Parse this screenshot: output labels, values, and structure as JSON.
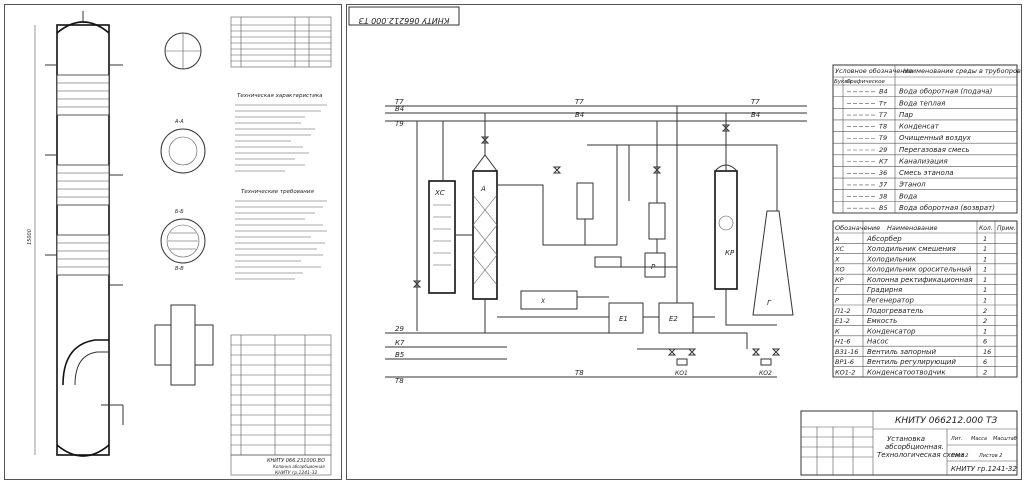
{
  "left_sheet": {
    "title_stamp": "КНИТУ 066.231000.ВО",
    "stamp_subtitle": "Колонна абсорбционная",
    "stamp_code": "КНИТУ гр.1241-32",
    "tech_char_title": "Техническая характеристика",
    "tech_req_title": "Технические требования",
    "section_titles": [
      "А-А",
      "Б-Б",
      "В-В"
    ]
  },
  "right_sheet": {
    "top_code": "КНИТУ 066212.000 ТЗ",
    "legend_pipes": {
      "headers": [
        "Условное обозначение",
        "Наименование среды в трубопроводе"
      ],
      "subheaders": [
        "Буква",
        "Графическое"
      ],
      "rows": [
        {
          "code": "В4",
          "name": "Вода оборотная (подача)"
        },
        {
          "code": "Тт",
          "name": "Вода теплая"
        },
        {
          "code": "Т7",
          "name": "Пар"
        },
        {
          "code": "Т8",
          "name": "Конденсат"
        },
        {
          "code": "Т9",
          "name": "Очищенный воздух"
        },
        {
          "code": "29",
          "name": "Перегазовая смесь"
        },
        {
          "code": "К7",
          "name": "Канализация"
        },
        {
          "code": "36",
          "name": "Смесь этанола"
        },
        {
          "code": "37",
          "name": "Этанол"
        },
        {
          "code": "38",
          "name": "Вода"
        },
        {
          "code": "В5",
          "name": "Вода оборотная (возврат)"
        }
      ]
    },
    "legend_equipment": {
      "headers": [
        "Обозначение",
        "Наименование",
        "Кол.",
        "Прим."
      ],
      "rows": [
        {
          "code": "А",
          "name": "Абсорбер",
          "qty": "1"
        },
        {
          "code": "ХС",
          "name": "Холодильник смешения",
          "qty": "1"
        },
        {
          "code": "Х",
          "name": "Холодильник",
          "qty": "1"
        },
        {
          "code": "ХО",
          "name": "Холодильник оросительный",
          "qty": "1"
        },
        {
          "code": "КР",
          "name": "Колонна ректификационная",
          "qty": "1"
        },
        {
          "code": "Г",
          "name": "Градирня",
          "qty": "1"
        },
        {
          "code": "Р",
          "name": "Регенератор",
          "qty": "1"
        },
        {
          "code": "П1-2",
          "name": "Подогреватель",
          "qty": "2"
        },
        {
          "code": "Е1-2",
          "name": "Емкость",
          "qty": "2"
        },
        {
          "code": "К",
          "name": "Конденсатор",
          "qty": "1"
        },
        {
          "code": "Н1-6",
          "name": "Насос",
          "qty": "6"
        },
        {
          "code": "ВЗ1-16",
          "name": "Вентиль запорный",
          "qty": "16"
        },
        {
          "code": "ВР1-6",
          "name": "Вентиль регулирующий",
          "qty": "6"
        },
        {
          "code": "КО1-2",
          "name": "Конденсатоотводчик",
          "qty": "2"
        }
      ]
    },
    "stamp": {
      "code": "КНИТУ 066212.000 ТЗ",
      "title_lines": [
        "Установка",
        "абсорбционная.",
        "Технологическая схема"
      ],
      "group": "КНИТУ гр.1241-32",
      "cols": [
        "Лит.",
        "Масса",
        "Масштаб"
      ],
      "sheet": "Лист 2",
      "sheets": "Листов 2"
    },
    "stream_labels": {
      "T7": "Т7",
      "B4": "В4",
      "T9": "Т9",
      "n29": "29",
      "K7": "К7",
      "B5": "В5",
      "T8": "Т8",
      "A": "А",
      "XC": "ХС",
      "KR": "КР",
      "G": "Г",
      "E1": "Е1",
      "E2": "Е2",
      "P": "Р",
      "X": "Х",
      "KO1": "КО1",
      "KO2": "КО2"
    }
  }
}
